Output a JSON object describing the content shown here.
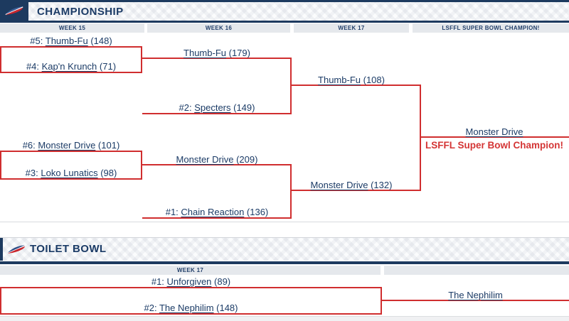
{
  "colors": {
    "navy": "#1b3b66",
    "red": "#d02e2f",
    "red-text": "#d43535",
    "cell-bg": "#e5e8ec"
  },
  "championship": {
    "title": "CHAMPIONSHIP",
    "columns": [
      "WEEK 15",
      "WEEK 16",
      "WEEK 17",
      "LSFFL SUPER BOWL CHAMPION!"
    ],
    "entries": {
      "semi1_team1": {
        "prefix": "#5: ",
        "name": "Thumb-Fu",
        "score": " (148)"
      },
      "semi1_team2": {
        "prefix": "#4: ",
        "name": "Kap'n Krunch",
        "score": " (71)"
      },
      "semi1_winner": {
        "prefix": "",
        "name": "Thumb-Fu",
        "score": " (179)"
      },
      "final1_team2": {
        "prefix": "#2: ",
        "name": "Specters",
        "score": " (149)"
      },
      "final1_winner": {
        "prefix": "",
        "name": "Thumb-Fu",
        "score": " (108)"
      },
      "semi2_team1": {
        "prefix": "#6: ",
        "name": "Monster Drive",
        "score": " (101)"
      },
      "semi2_team2": {
        "prefix": "#3: ",
        "name": "Loko Lunatics",
        "score": " (98)"
      },
      "semi2_winner": {
        "prefix": "",
        "name": "Monster Drive",
        "score": " (209)"
      },
      "final2_team2": {
        "prefix": "#1: ",
        "name": "Chain Reaction",
        "score": " (136)"
      },
      "final2_winner": {
        "prefix": "",
        "name": "Monster Drive",
        "score": " (132)"
      },
      "champion": {
        "prefix": "",
        "name": "Monster Drive",
        "score": ""
      }
    },
    "champion_label": "LSFFL Super Bowl Champion!"
  },
  "toilet_bowl": {
    "title": "TOILET BOWL",
    "columns": [
      "WEEK 17",
      ""
    ],
    "entries": {
      "team1": {
        "prefix": "#1: ",
        "name": "Unforgiven",
        "score": " (89)"
      },
      "team2": {
        "prefix": "#2: ",
        "name": "The Nephilim",
        "score": " (148)"
      },
      "winner": {
        "prefix": "",
        "name": "The Nephilim",
        "score": ""
      }
    }
  }
}
